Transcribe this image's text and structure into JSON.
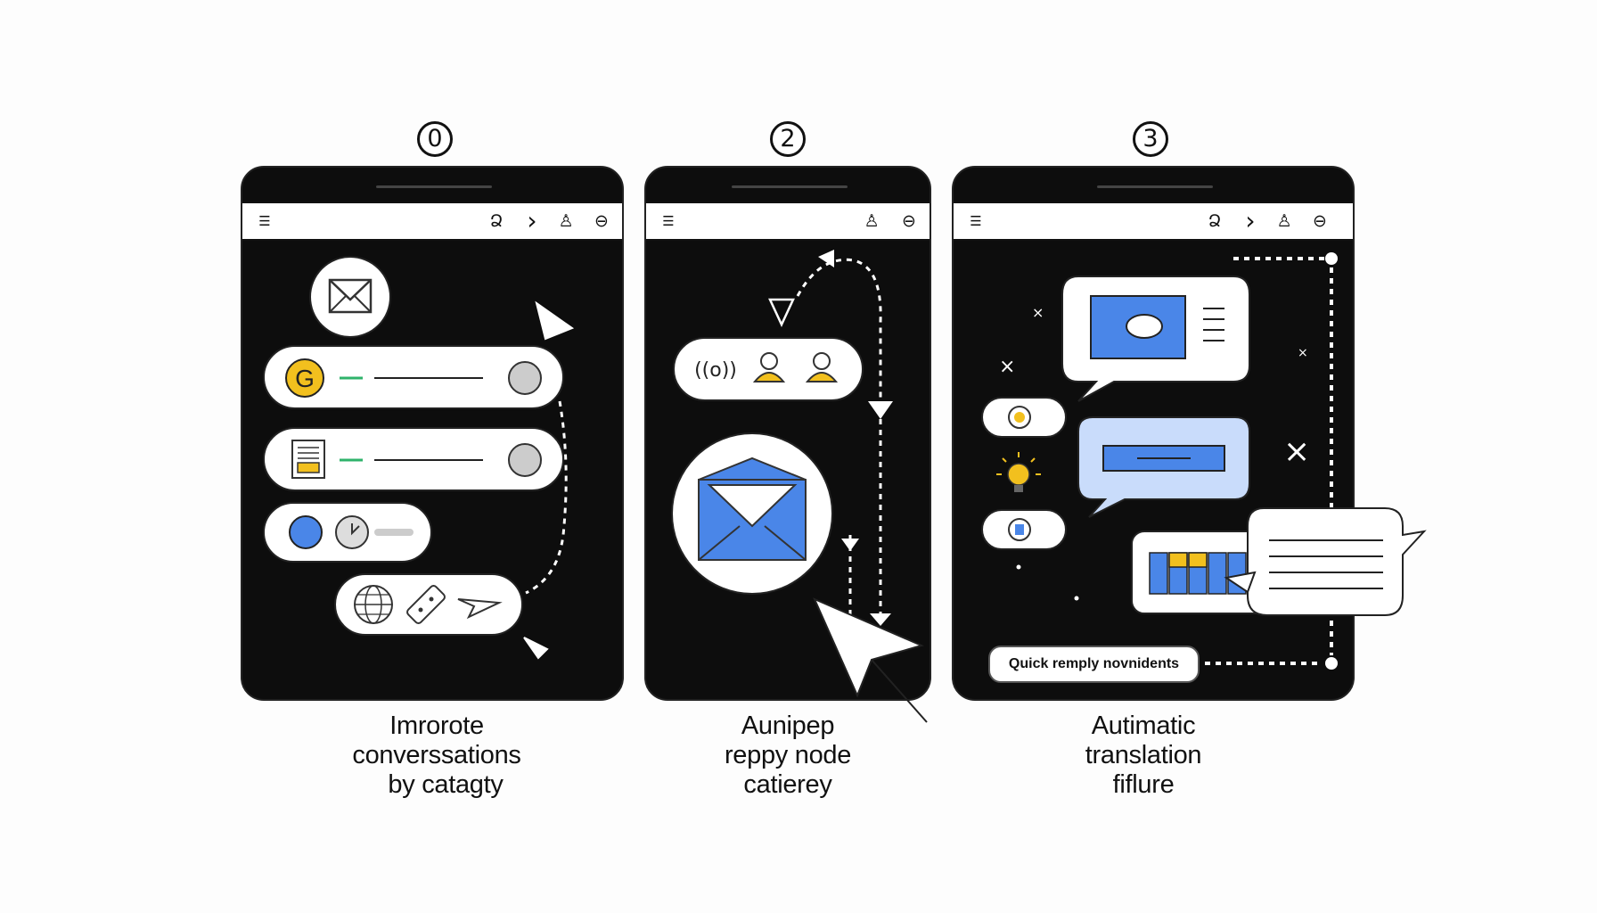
{
  "steps": [
    {
      "number": "0",
      "caption": [
        "Imrorote",
        "converssations",
        "by catagty"
      ],
      "toolbar_icons": [
        "menu-icon",
        "user-icon",
        "chevron-right-icon",
        "thumb-icon",
        "minus-circle-icon"
      ]
    },
    {
      "number": "2",
      "caption": [
        "Aunipep",
        "reppy node",
        "catierey"
      ],
      "toolbar_icons": [
        "menu-icon",
        "thumb-icon",
        "minus-circle-icon"
      ]
    },
    {
      "number": "3",
      "caption": [
        "Autimatic",
        "translation",
        "fiflure"
      ],
      "toolbar_icons": [
        "menu-icon",
        "user-icon",
        "chevron-right-icon",
        "thumb-icon",
        "minus-circle-icon"
      ],
      "chip_label": "Quick remply novnidents"
    }
  ],
  "icon_glyphs": {
    "menu": "☰",
    "user": "Ձ",
    "chevron": "›",
    "thumb": "♙",
    "minus": "⊖",
    "g_letter": "G",
    "radio": "((o))"
  },
  "colors": {
    "background": "#fdfdfd",
    "phone": "#0d0d0d",
    "accent_blue": "#4a86e8",
    "accent_yellow": "#f2c01e",
    "light_blue": "#c9dcfb",
    "green": "#2fb36b"
  }
}
